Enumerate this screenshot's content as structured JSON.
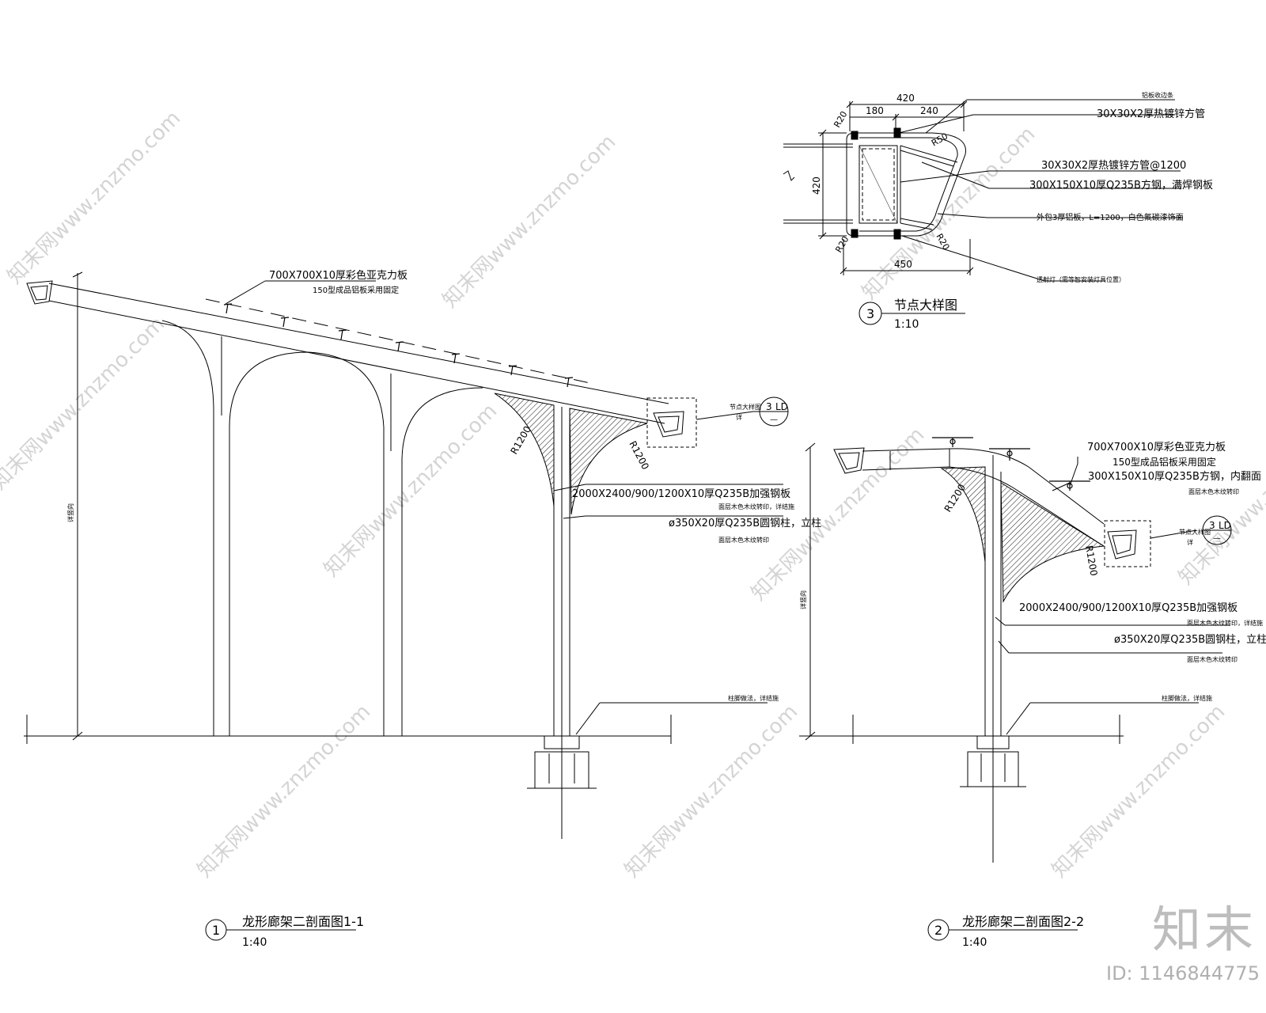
{
  "section1": {
    "title": "龙形廊架二剖面图1-1",
    "scale": "1:40",
    "number": "1",
    "callouts": {
      "roof_panel": "700X700X10厚彩色亚克力板",
      "roof_panel_fix": "150型成品铝板采用固定",
      "node_ref": "节点大样图",
      "node_ref2": "详",
      "node_num": "3",
      "node_sheet": "LD",
      "node_dash": "—",
      "bracket_plate": "2000X2400/900/1200X10厚Q235B加强钢板",
      "bracket_plate_note": "面层木色木纹转印，详结施",
      "column": "ø350X20厚Q235B圆钢柱，立柱",
      "column_note": "面层木色木纹转印",
      "footing": "柱脚做法，详结施",
      "height_label": "详竖向",
      "radius_a": "R1200",
      "radius_b": "R1200"
    }
  },
  "section2": {
    "title": "龙形廊架二剖面图2-2",
    "scale": "1:40",
    "number": "2",
    "callouts": {
      "roof_panel": "700X700X10厚彩色亚克力板",
      "roof_panel_fix": "150型成品铝板采用固定",
      "beam": "300X150X10厚Q235B方钢，内翻面",
      "beam_note": "面层木色木纹转印",
      "node_ref": "节点大样图",
      "node_ref2": "详",
      "node_num": "3",
      "node_sheet": "LD",
      "node_dash": "—",
      "bracket_plate": "2000X2400/900/1200X10厚Q235B加强钢板",
      "bracket_plate_note": "面层木色木纹转印，详结施",
      "column": "ø350X20厚Q235B圆钢柱，立柱",
      "column_note": "面层木色木纹转印",
      "footing": "柱脚做法，详结施",
      "height_label": "详竖向",
      "radius_a": "R1200",
      "radius_b": "R1200"
    }
  },
  "section3": {
    "title": "节点大样图",
    "scale": "1:10",
    "number": "3",
    "dims": {
      "top_total": "420",
      "top_left": "180",
      "top_right": "240",
      "left_height": "420",
      "bottom": "450",
      "r_top_left": "R20",
      "r_bottom_left": "R20",
      "r_top_right": "R50",
      "r_bottom_right": "R20"
    },
    "callouts": {
      "c1": "铝板收边条",
      "c2": "30X30X2厚热镀锌方管",
      "c3": "30X30X2厚热镀锌方管@1200",
      "c4": "300X150X10厚Q235B方钢，满焊钢板",
      "c5": "外包3厚铝板，L=1200，白色氟碳漆饰面",
      "c6": "透射灯（需等智安装灯具位置）"
    }
  },
  "watermark": {
    "text": "知末网www.znzmo.com"
  },
  "brand": {
    "logo": "知末",
    "id": "ID: 1146844775"
  }
}
